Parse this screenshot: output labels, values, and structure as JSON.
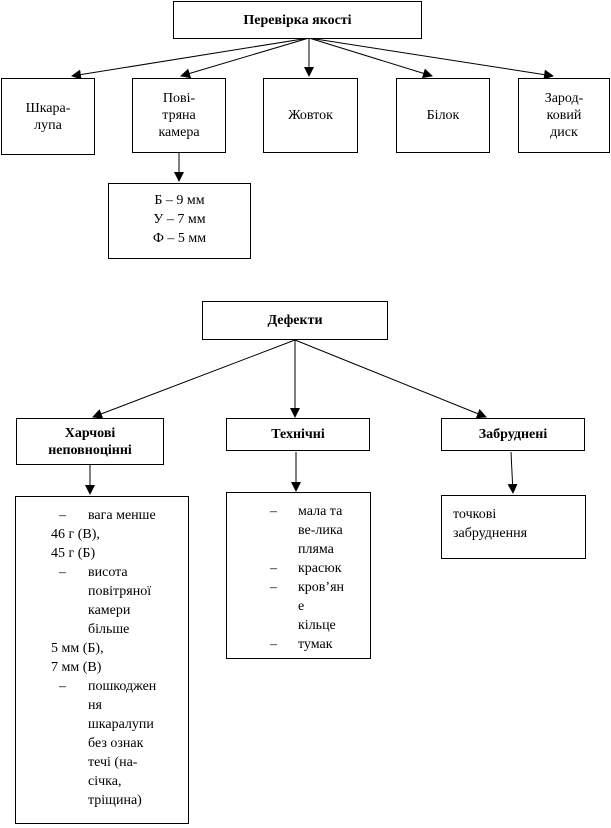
{
  "quality": {
    "title": "Перевірка якості",
    "children": [
      "Шкара-\nлупа",
      "Пові-\nтряна\nкамера",
      "Жовток",
      "Білок",
      "Зарод-\nковий\nдиск"
    ],
    "air_cell": [
      "Б – 9 мм",
      "У – 7 мм",
      "Ф – 5 мм"
    ]
  },
  "defects": {
    "title": "Дефекти",
    "food": {
      "title": "Харчові\nнеповноцінні",
      "lines": [
        {
          "dash": "–",
          "text": "вага менше"
        },
        {
          "text": "46 г (В),"
        },
        {
          "text": "45 г (Б)"
        },
        {
          "dash": "–",
          "text": "висота"
        },
        {
          "text": "повітряної",
          "indent": true
        },
        {
          "text": "камери",
          "indent": true
        },
        {
          "text": "більше",
          "indent": true
        },
        {
          "text": "5 мм (Б),"
        },
        {
          "text": "7 мм (В)"
        },
        {
          "dash": "–",
          "text": "пошкоджен"
        },
        {
          "text": "ня",
          "indent": true
        },
        {
          "text": "шкаралупи",
          "indent": true
        },
        {
          "text": "без ознак",
          "indent": true
        },
        {
          "text": "течі (на-",
          "indent": true
        },
        {
          "text": "січка,",
          "indent": true
        },
        {
          "text": "тріщина)",
          "indent": true
        }
      ]
    },
    "technical": {
      "title": "Технічні",
      "lines": [
        {
          "dash": "–",
          "text": "мала та"
        },
        {
          "text": "ве-лика",
          "indent": true
        },
        {
          "text": "пляма",
          "indent": true
        },
        {
          "dash": "–",
          "text": "красюк"
        },
        {
          "dash": "–",
          "text": "кров’ян"
        },
        {
          "text": "е",
          "indent": true
        },
        {
          "text": "кільце",
          "indent": true
        },
        {
          "dash": "–",
          "text": "тумак"
        }
      ]
    },
    "dirty": {
      "title": "Забруднені",
      "text": "точкові\nзабруднення"
    }
  }
}
